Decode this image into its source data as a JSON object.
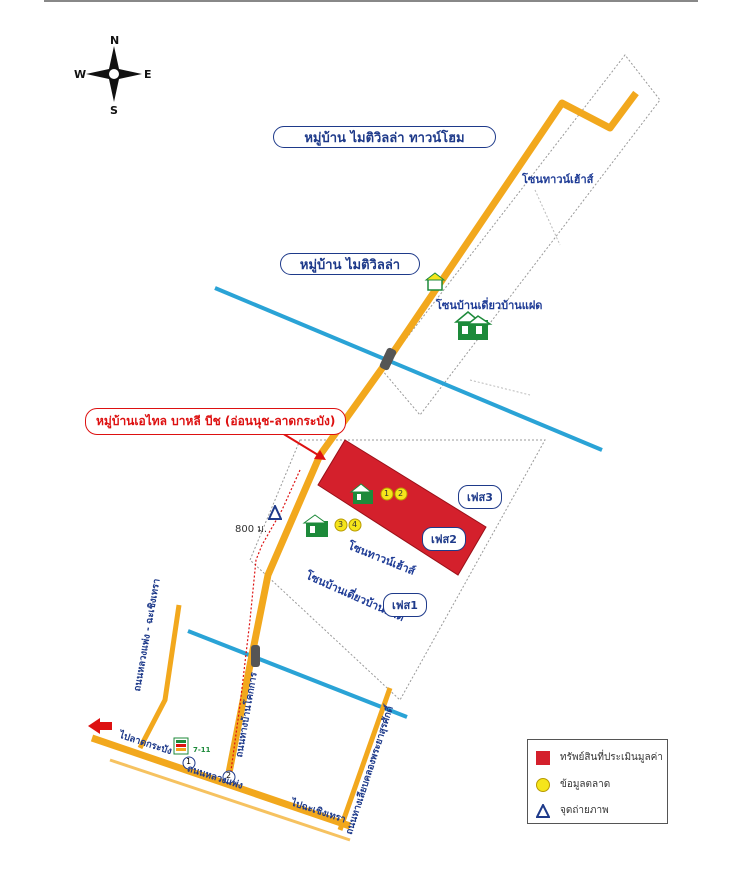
{
  "compass": {
    "n": "N",
    "s": "S",
    "e": "E",
    "w": "W"
  },
  "villages": {
    "townhome": "หมู่บ้าน ไมติวิลล่า ทาวน์โฮม",
    "main": "หมู่บ้าน ไมติวิลล่า"
  },
  "zones": {
    "townhouse_top": "โซนทาวน์เฮ้าส์",
    "single_top": "โซนบ้านเดี่ยวบ้านแฝด",
    "townhouse_mid": "โซนทาวน์เฮ้าส์",
    "single_bottom": "โซนบ้านเดี่ยวบ้านแฝด"
  },
  "subject_label": "หมู่บ้านเอไทล บาหลี บีช (อ่อนนุช-ลาดกระบัง)",
  "phases": {
    "p3": "เฟส3",
    "p2": "เฟส2",
    "p1": "เฟส1"
  },
  "distance": "800 ม.",
  "markers": {
    "m1": "1",
    "m2": "2",
    "m3": "3",
    "m4": "4",
    "p1": "1",
    "p2": "2"
  },
  "roads": {
    "left_vertical": "ถนนหลวงแพ่ง - ฉะเชิงเทรา",
    "center_vertical": "ถนนทางบ้านโคกการ",
    "bottom_main": "ถนนหลวงแพ่ง",
    "to_ladkrabang": "ไปลาดกระบัง",
    "to_chachoengsao": "ไปฉะเชิงเทรา",
    "right_vertical": "ถนนทางเลียบคลองพระยาสุรศักดิ์",
    "shop": "7-11"
  },
  "legend": {
    "subject": "ทรัพย์สินที่ประเมินมูลค่า",
    "market": "ข้อมูลตลาด",
    "photo": "จุดถ่ายภาพ"
  },
  "colors": {
    "road": "#f2a81d",
    "canal": "#2aa3d6",
    "subject": "#d4202c",
    "market": "#f5e51b",
    "label_blue": "#1e3a8a",
    "house_green": "#1d8a3a"
  }
}
